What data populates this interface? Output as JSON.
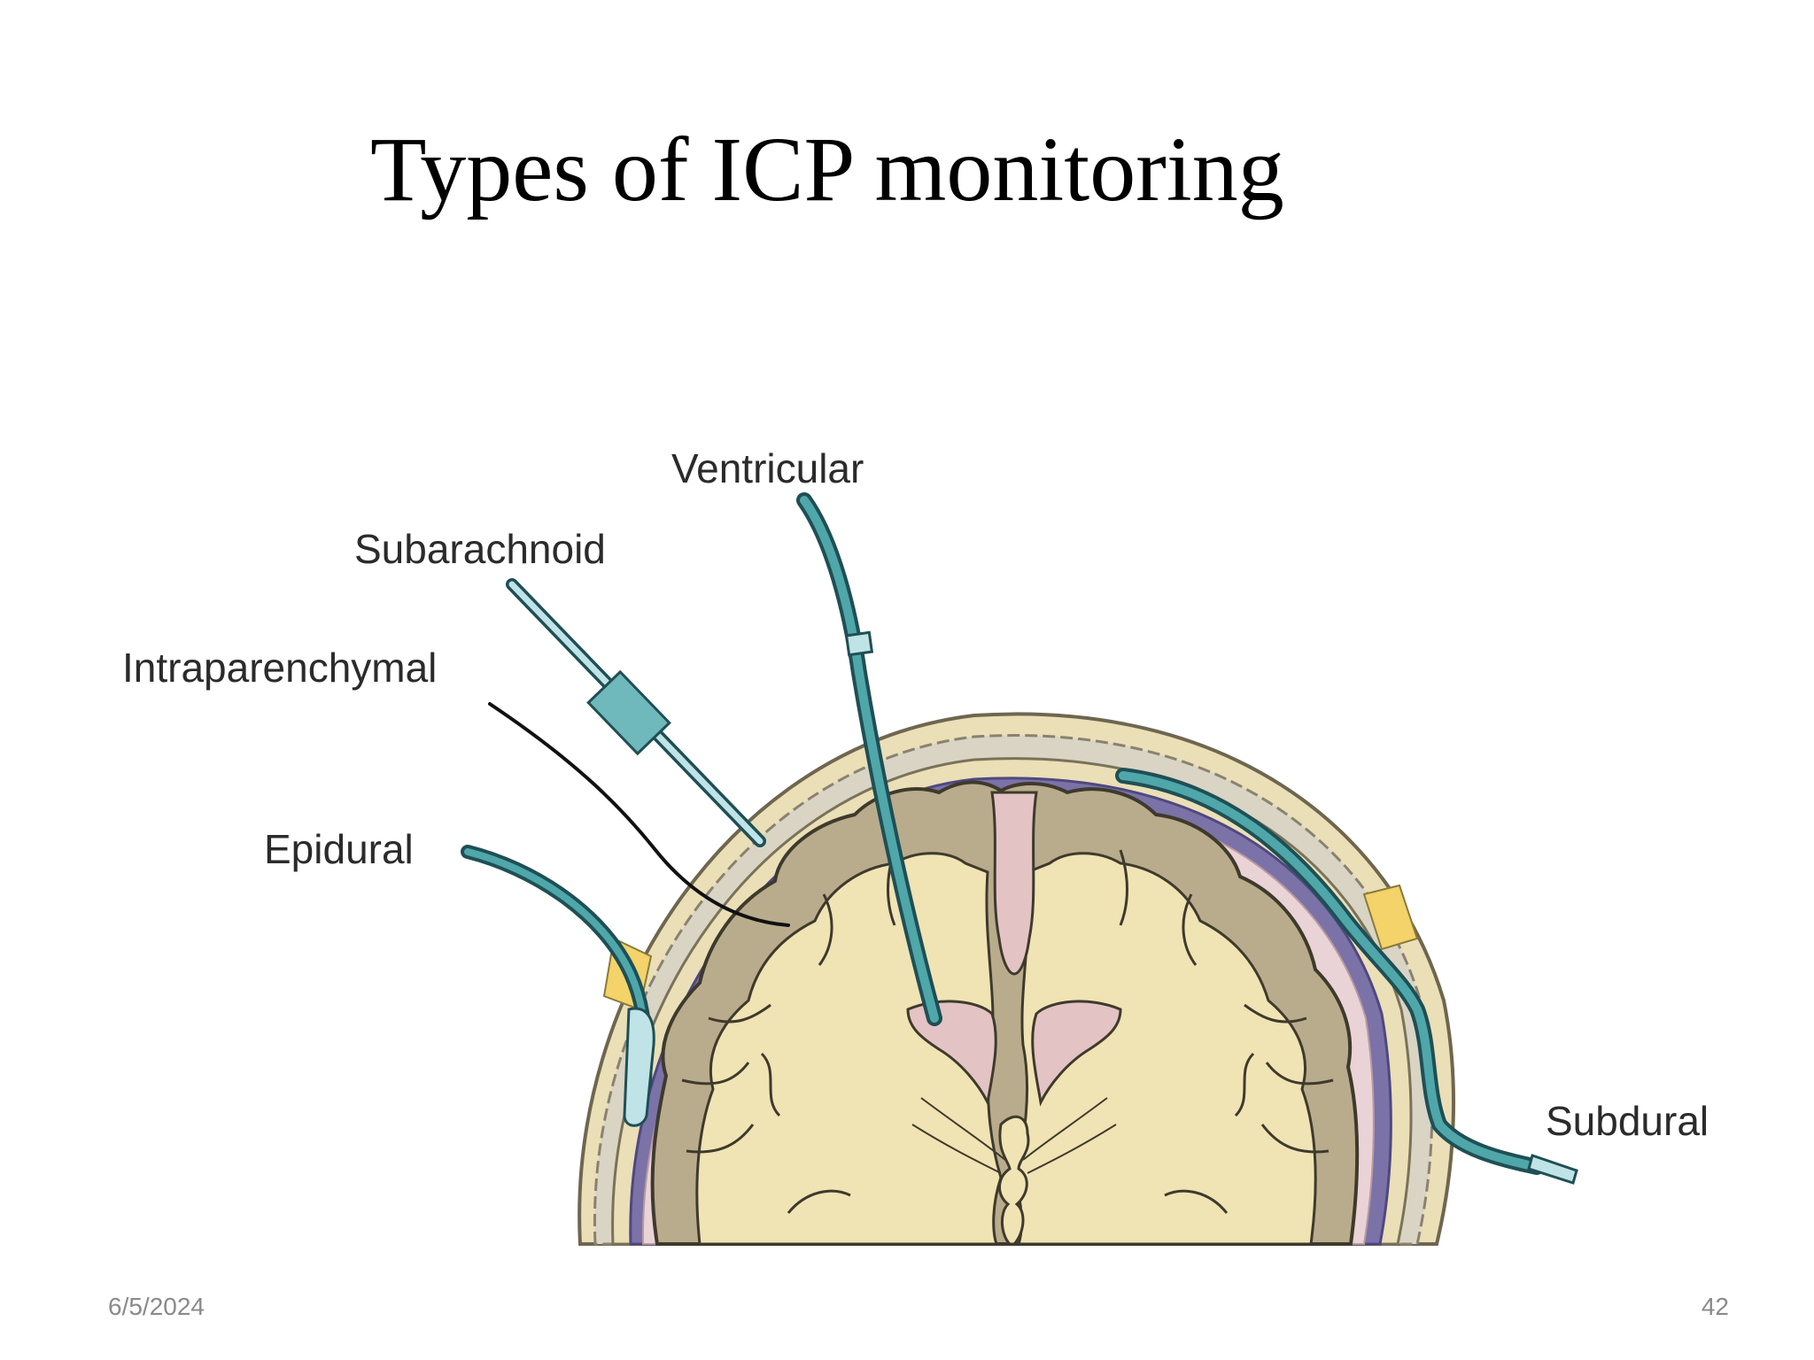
{
  "slide": {
    "title": "Types of ICP monitoring",
    "date": "6/5/2024",
    "page_number": "42"
  },
  "diagram": {
    "labels": {
      "ventricular": "Ventricular",
      "subarachnoid": "Subarachnoid",
      "intraparenchymal": "Intraparenchymal",
      "epidural": "Epidural",
      "subdural": "Subdural"
    },
    "colors": {
      "catheter": "#3f9c9c",
      "catheter_light": "#bfe3e6",
      "skull": "#e9dfb8",
      "bone_band": "#d7d2c2",
      "dura": "#7b72a8",
      "subarachnoid_space": "#e8cfd4",
      "gray_matter": "#b9ac8c",
      "white_matter": "#f0e3b4",
      "ventricle": "#e3c3c4",
      "yellow_pad": "#f3d36a"
    }
  }
}
